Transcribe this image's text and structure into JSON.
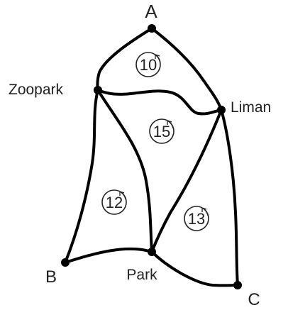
{
  "nodes": {
    "a": "A",
    "zoopark": "Zoopark",
    "liman": "Liman",
    "b": "B",
    "park": "Park",
    "c": "C"
  },
  "regions": {
    "top": "10",
    "center": "15",
    "left": "12",
    "right": "13"
  },
  "colors": {
    "lines": "#000000",
    "text": "#222222",
    "background": "#ffffff"
  }
}
